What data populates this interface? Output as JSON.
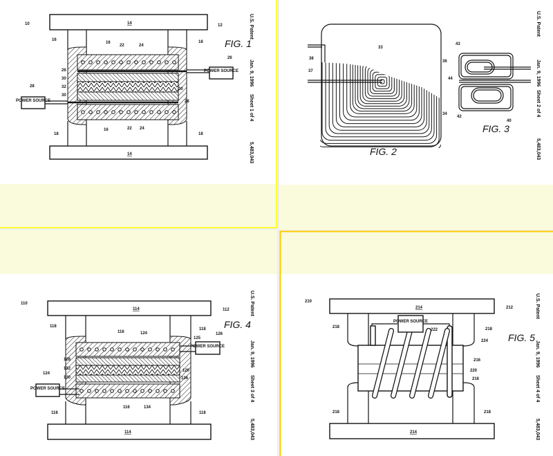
{
  "sheets": [
    {
      "figure": "FIG. 1",
      "header": {
        "patent": "U.S. Patent",
        "date": "Jan. 9, 1996",
        "sheet": "Sheet 1 of 4",
        "number": "5,483,043"
      },
      "power_source": "POWER SOURCE",
      "labels": [
        "10",
        "12",
        "14",
        "14",
        "16",
        "18",
        "18",
        "16",
        "18",
        "22",
        "24",
        "26",
        "28",
        "30",
        "32",
        "30",
        "26",
        "28",
        "16",
        "22",
        "24"
      ]
    },
    {
      "figures": [
        "FIG. 2",
        "FIG. 3"
      ],
      "header": {
        "patent": "U.S. Patent",
        "date": "Jan. 9, 1996",
        "sheet": "Sheet 2 of 4",
        "number": "5,483,043"
      },
      "labels": [
        "33",
        "36",
        "37",
        "38",
        "34",
        "43",
        "44",
        "42",
        "40"
      ]
    },
    {
      "figure": "FIG. 4",
      "header": {
        "patent": "U.S. Patent",
        "date": "Jan. 9, 1996",
        "sheet": "Sheet 3 of 4",
        "number": "5,483,043"
      },
      "power_source": "POWER SOURCE",
      "labels": [
        "110",
        "112",
        "114",
        "114",
        "118",
        "118",
        "118",
        "118",
        "116",
        "124",
        "125",
        "126",
        "128",
        "132",
        "120",
        "130",
        "136",
        "116",
        "124",
        "134"
      ]
    },
    {
      "figure": "FIG. 5",
      "header": {
        "patent": "U.S. Patent",
        "date": "Jan. 9, 1996",
        "sheet": "Sheet 4 of 4",
        "number": "5,483,043"
      },
      "power_source": "POWER SOURCE",
      "labels": [
        "210",
        "212",
        "214",
        "214",
        "218",
        "218",
        "218",
        "218",
        "222",
        "224",
        "216",
        "220",
        "216"
      ]
    }
  ],
  "colors": {
    "highlight_band": "#f9fbdc",
    "border_yellow": "#ffff33",
    "border_orange": "#ffcc00"
  }
}
